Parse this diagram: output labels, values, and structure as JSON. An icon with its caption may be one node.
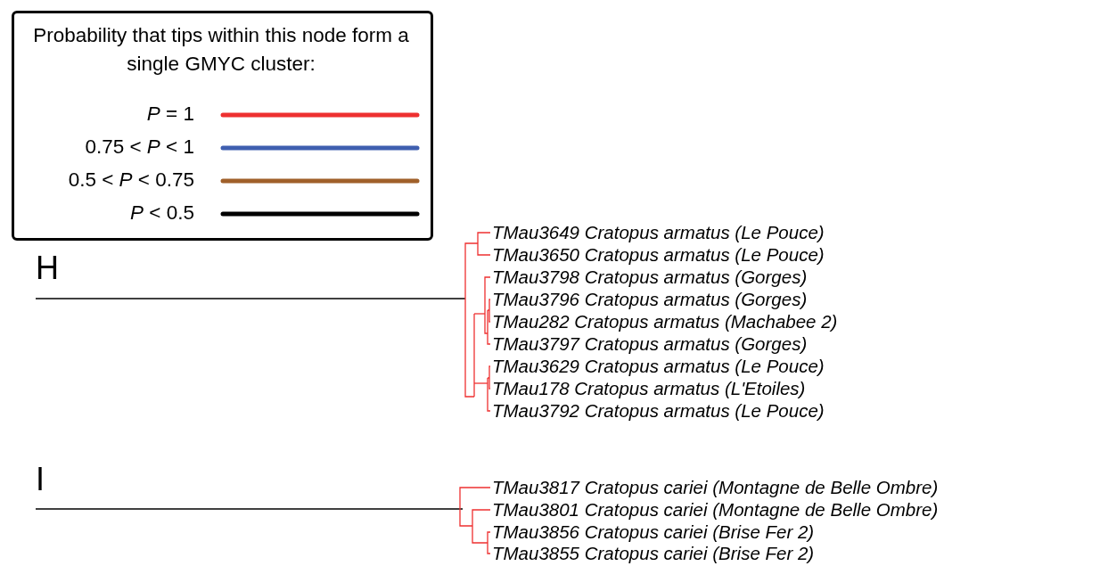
{
  "diagram": {
    "labels": [
      "Probability that tips within this node form a single GMYC cluster:",
      "H",
      "TMau3649 Cratopus armatus (Le Pouce)",
      "TMau3650 Cratopus armatus (Le Pouce)",
      "TMau3798 Cratopus armatus (Gorges)",
      "TMau3796 Cratopus armatus (Gorges)",
      "TMau282 Cratopus armatus (Machabee 2)",
      "TMau3797 Cratopus armatus (Gorges)",
      "TMau3629 Cratopus armatus (Le Pouce)",
      "TMau178 Cratopus armatus (L'Etoiles)",
      "TMau3792 Cratopus armatus (Le Pouce)",
      "I",
      "TMau3817 Cratopus cariei (Montagne de Belle Ombre)",
      "TMau3801 Cratopus cariei (Montagne de Belle Ombre)",
      "TMau3856 Cratopus cariei (Brise Fer 2)",
      "TMau3855 Cratopus cariei (Brise Fer 2)"
    ],
    "legend": [
      {
        "text": "*P* = 1"
      },
      {
        "text": "0.75 < *P* < 1"
      },
      {
        "text": "0.5 < *P* < 0.75"
      },
      {
        "text": "*P* < 0.5"
      }
    ]
  }
}
